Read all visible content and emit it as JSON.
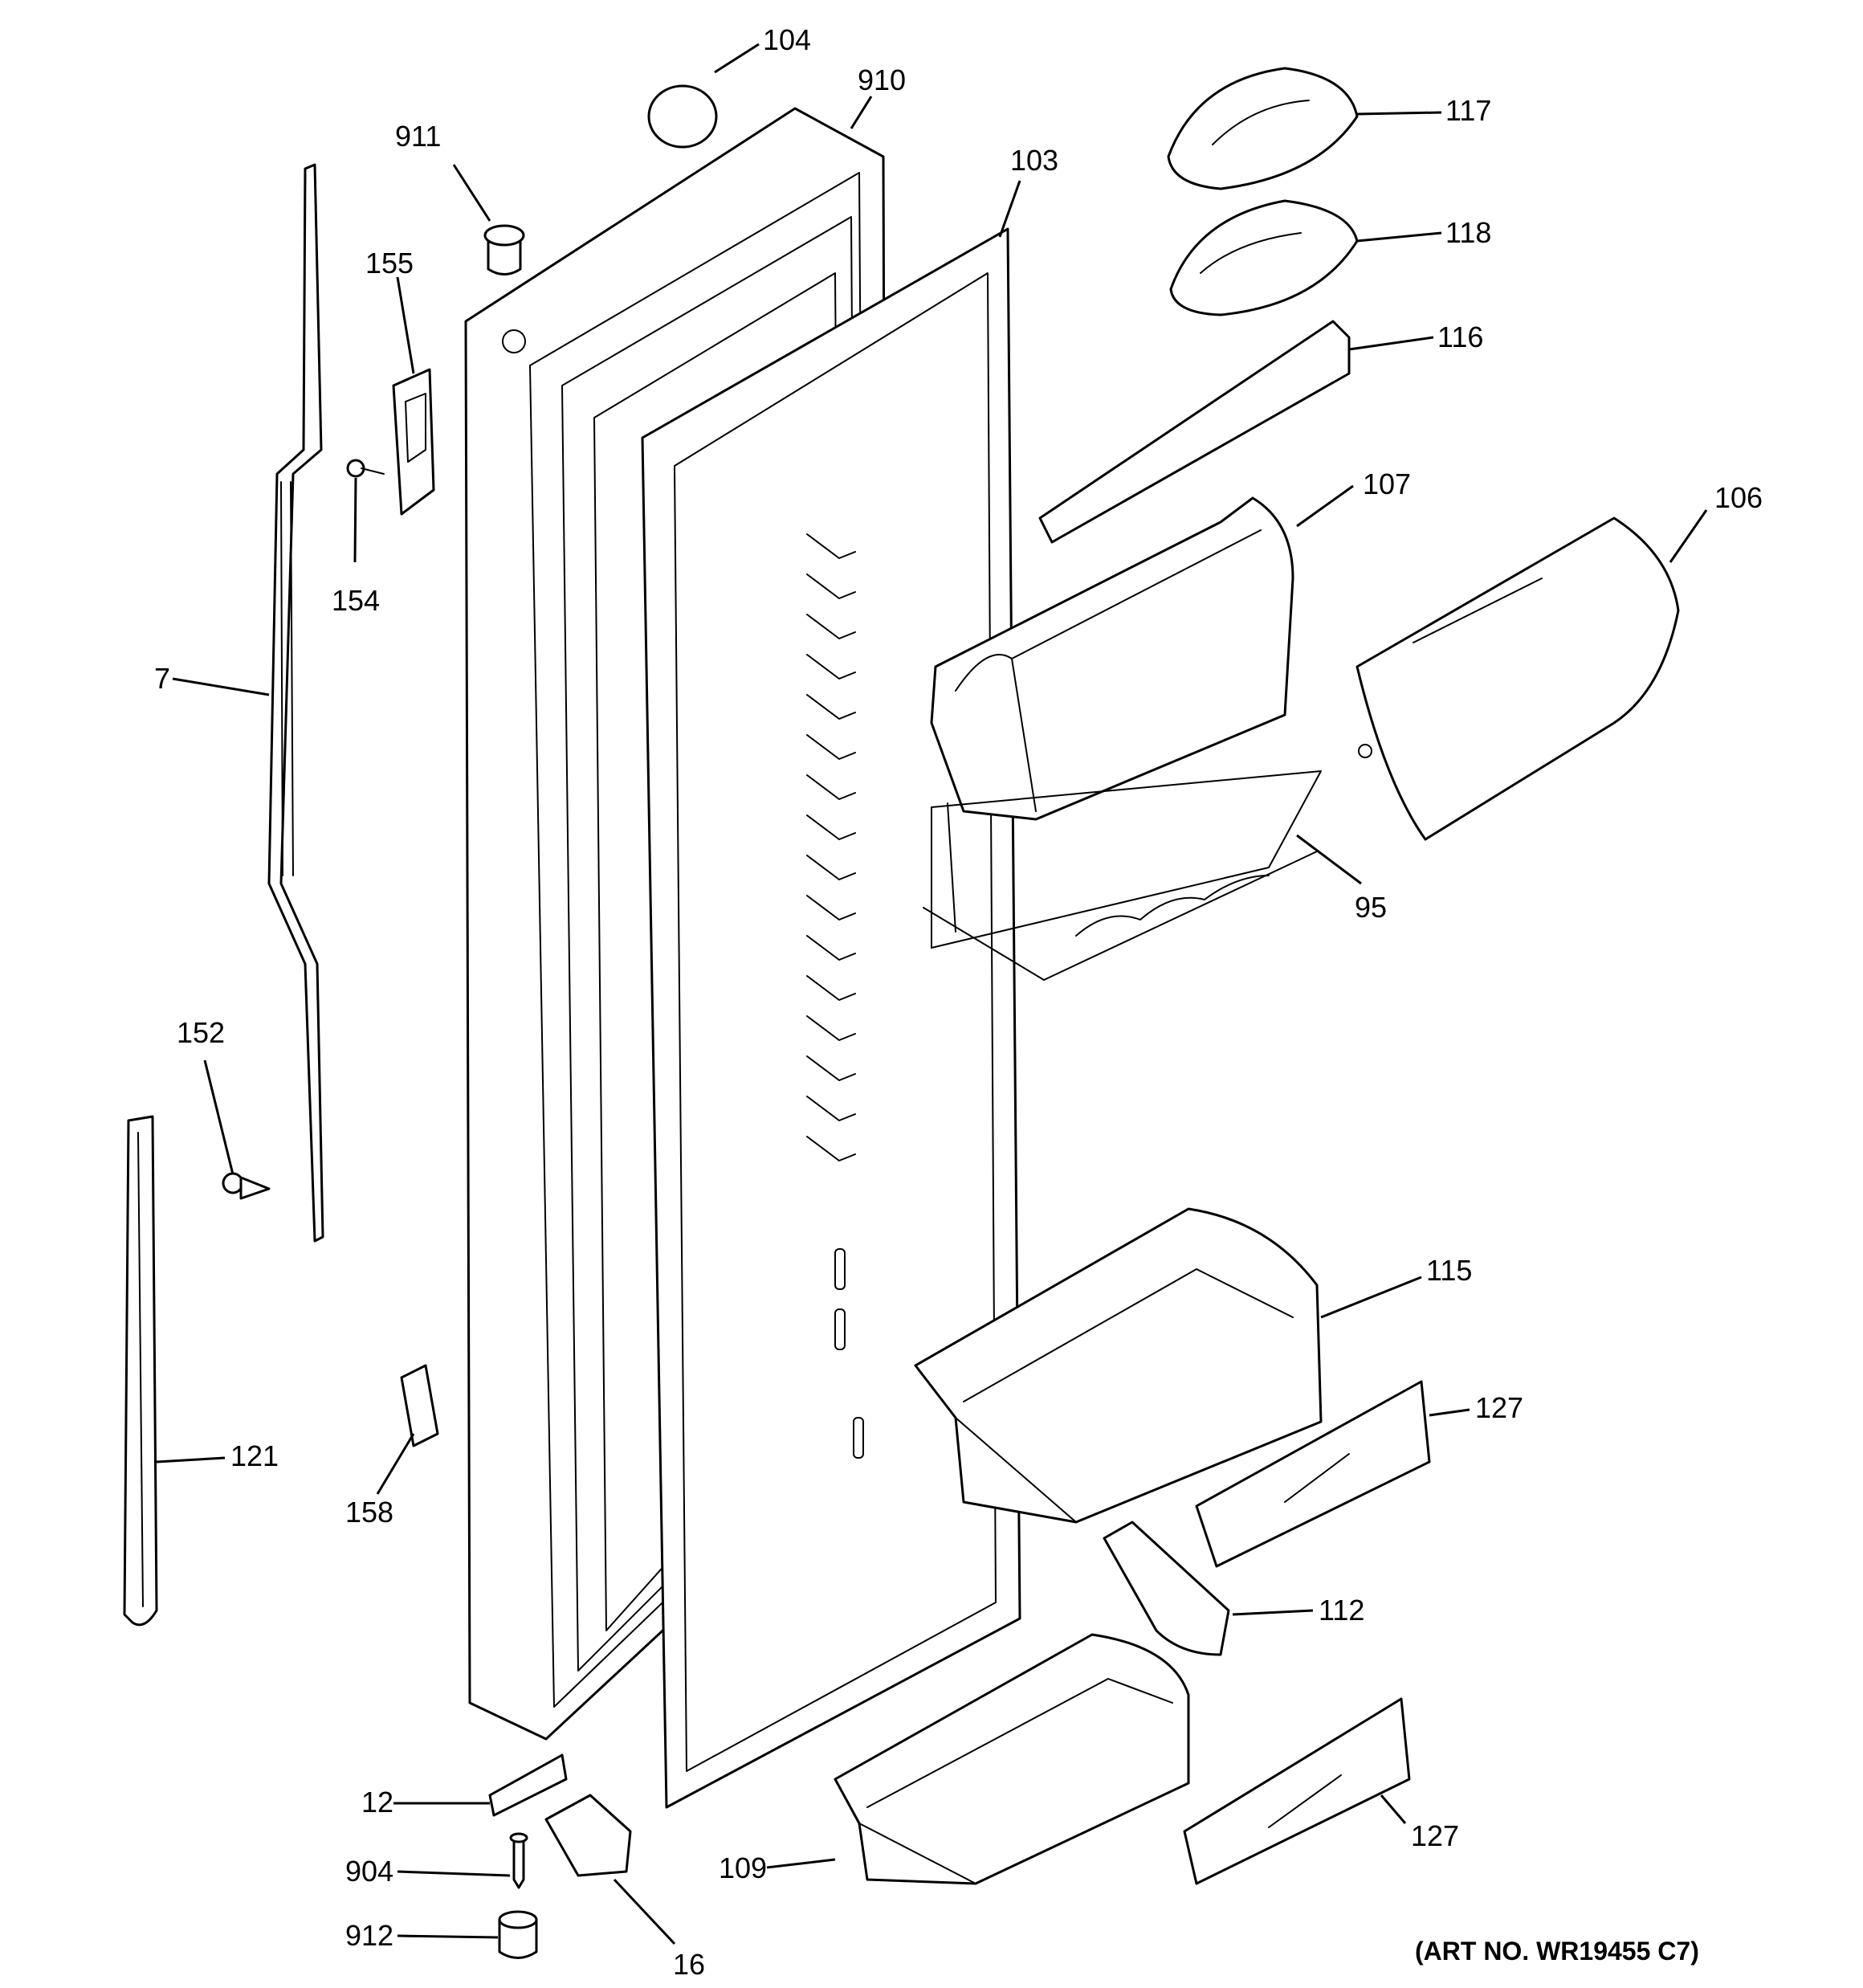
{
  "diagram": {
    "art_number": "(ART NO. WR19455 C7)",
    "colors": {
      "line": "#000000",
      "background": "#ffffff"
    },
    "callouts": [
      {
        "id": "104",
        "label": "104"
      },
      {
        "id": "910",
        "label": "910"
      },
      {
        "id": "911",
        "label": "911"
      },
      {
        "id": "103",
        "label": "103"
      },
      {
        "id": "155",
        "label": "155"
      },
      {
        "id": "154",
        "label": "154"
      },
      {
        "id": "7",
        "label": "7"
      },
      {
        "id": "152",
        "label": "152"
      },
      {
        "id": "121",
        "label": "121"
      },
      {
        "id": "158",
        "label": "158"
      },
      {
        "id": "12",
        "label": "12"
      },
      {
        "id": "904",
        "label": "904"
      },
      {
        "id": "912",
        "label": "912"
      },
      {
        "id": "16",
        "label": "16"
      },
      {
        "id": "117",
        "label": "117"
      },
      {
        "id": "118",
        "label": "118"
      },
      {
        "id": "116",
        "label": "116"
      },
      {
        "id": "107",
        "label": "107"
      },
      {
        "id": "106",
        "label": "106"
      },
      {
        "id": "95",
        "label": "95"
      },
      {
        "id": "115",
        "label": "115"
      },
      {
        "id": "127a",
        "label": "127"
      },
      {
        "id": "112",
        "label": "112"
      },
      {
        "id": "109",
        "label": "109"
      },
      {
        "id": "127b",
        "label": "127"
      }
    ]
  }
}
